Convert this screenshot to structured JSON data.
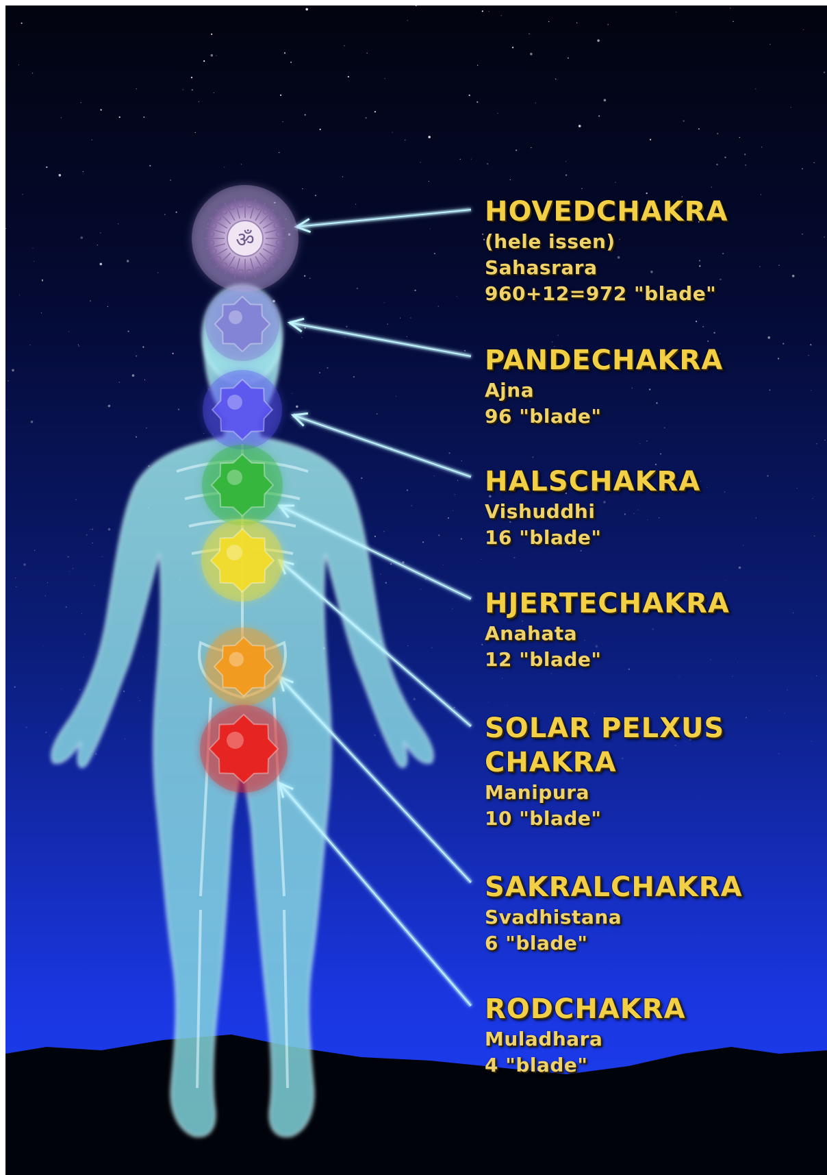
{
  "chakras": [
    {
      "title": "HOVEDCHAKRA",
      "lines": [
        "(hele issen)",
        "Sahasrara",
        "960+12=972 \"blade\""
      ],
      "color": "#b9a3c9"
    },
    {
      "title": "PANDECHAKRA",
      "lines": [
        "Ajna",
        "96 \"blade\""
      ],
      "color": "#7d6fd2"
    },
    {
      "title": "HALSCHAKRA",
      "lines": [
        "Vishuddhi",
        "16 \"blade\""
      ],
      "color": "#5b54f0"
    },
    {
      "title": "HJERTECHAKRA",
      "lines": [
        "Anahata",
        "12 \"blade\""
      ],
      "color": "#35b53a"
    },
    {
      "title_lines": [
        "SOLAR PELXUS",
        "CHAKRA"
      ],
      "lines": [
        "Manipura",
        "10 \"blade\""
      ],
      "color": "#f2dc2a"
    },
    {
      "title": "SAKRALCHAKRA",
      "lines": [
        "Svadhistana",
        "6 \"blade\""
      ],
      "color": "#f39a1c"
    },
    {
      "title": "RODCHAKRA",
      "lines": [
        "Muladhara",
        "4 \"blade\""
      ],
      "color": "#e8221f"
    }
  ],
  "colors": {
    "sky_top": "#02040f",
    "sky_mid": "#0b1d7a",
    "sky_bottom": "#1b3bf0",
    "label_gold": "#f2cf45",
    "body_glow": "#9fe8ec",
    "arrow": "#bff4ff"
  },
  "icons": {
    "crown_symbol": "om-icon"
  }
}
